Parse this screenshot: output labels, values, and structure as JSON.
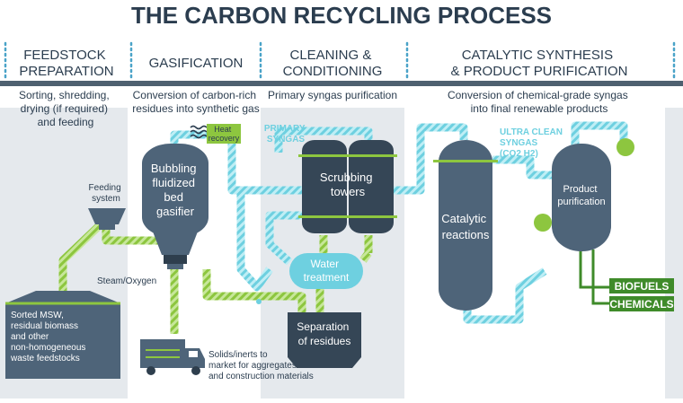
{
  "title": "THE CARBON RECYCLING PROCESS",
  "stages": [
    {
      "heading": [
        "FEEDSTOCK",
        "PREPARATION"
      ],
      "description": [
        "Sorting, shredding,",
        "drying (if required)",
        "and feeding"
      ]
    },
    {
      "heading": [
        "GASIFICATION"
      ],
      "description": [
        "Conversion of carbon-rich",
        "residues into synthetic gas"
      ]
    },
    {
      "heading": [
        "CLEANING &",
        "CONDITIONING"
      ],
      "description": [
        "Primary syngas purification"
      ]
    },
    {
      "heading": [
        "CATALYTIC SYNTHESIS",
        "& PRODUCT PURIFICATION"
      ],
      "description": [
        "Conversion of chemical-grade syngas",
        "into final renewable products"
      ]
    }
  ],
  "units": {
    "feeding_system": [
      "Feeding",
      "system"
    ],
    "feedstock_silo": [
      "Sorted MSW,",
      "residual biomass",
      "and other",
      "non-homogeneous",
      "waste feedstocks"
    ],
    "gasifier": [
      "Bubbling",
      "fluidized",
      "bed",
      "gasifier"
    ],
    "heat_recovery": [
      "Heat",
      "recovery"
    ],
    "steam_oxygen": "Steam/Oxygen",
    "solids": [
      "Solids/inerts to",
      "market for aggregates",
      "and construction materials"
    ],
    "scrubbing_towers": [
      "Scrubbing",
      "towers"
    ],
    "water_treatment": [
      "Water",
      "treatment"
    ],
    "separation": [
      "Separation",
      "of residues"
    ],
    "catalytic": [
      "Catalytic",
      "reactions"
    ],
    "product_purification": [
      "Product",
      "purification"
    ]
  },
  "stream_labels": {
    "primary_syngas": [
      "PRIMARY",
      "SYNGAS"
    ],
    "ultra_clean_syngas": [
      "ULTRA CLEAN",
      "SYNGAS",
      "(CO2 H2)"
    ]
  },
  "products": [
    "BIOFUELS",
    "CHEMICALS"
  ],
  "colors": {
    "title": "#2b3d4f",
    "vessel": "#4e6479",
    "lime": "#8dc63f",
    "cyan": "#6ed0e0",
    "panel": "#e5e9ed",
    "dark_band": "#4e6070",
    "product_green": "#3f8b2a",
    "divider": "#4aa3c8"
  }
}
